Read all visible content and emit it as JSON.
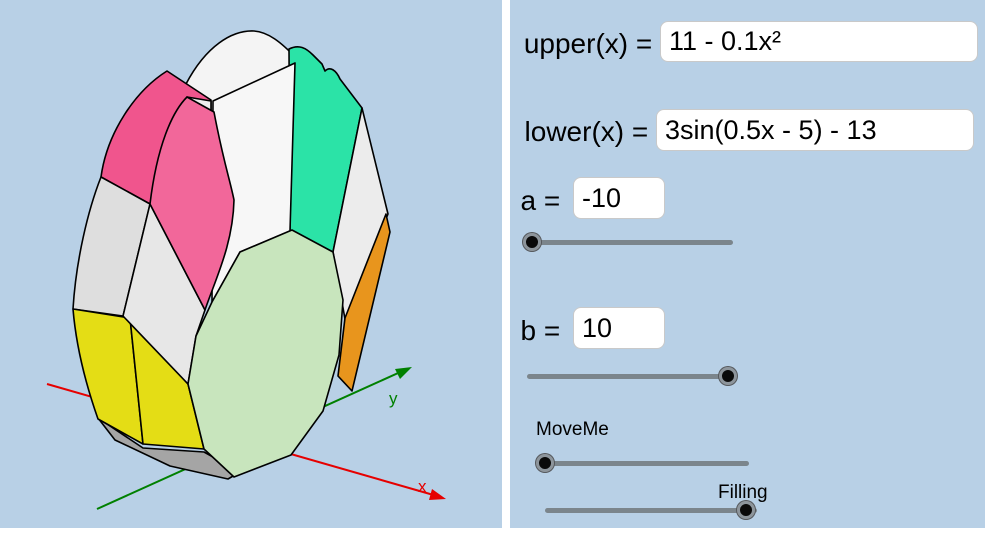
{
  "view3d": {
    "axis_x_label": "x",
    "axis_y_label": "y",
    "colors": {
      "background": "#b8d0e6",
      "axis_x": "#e60000",
      "axis_y": "#008000",
      "pink_back": "#f0558d",
      "pink_front": "#f2679a",
      "teal": "#2be3a7",
      "yellow": "#e4dd15",
      "orange": "#e8951d",
      "front_face": "#c8e5bd",
      "white_slab": "#f4f4f4",
      "gray_slab": "#dedede",
      "shadow": "#a5a5a5"
    }
  },
  "panel": {
    "upper": {
      "label": "upper(x) = ",
      "value": "11 - 0.1x²"
    },
    "lower": {
      "label": "lower(x) = ",
      "value": "3sin(0.5x - 5) - 13"
    },
    "a": {
      "label": "a = ",
      "value": "-10"
    },
    "b": {
      "label": "b = ",
      "value": "10"
    },
    "moveme_label": "MoveMe",
    "filling_label": "Filling"
  }
}
